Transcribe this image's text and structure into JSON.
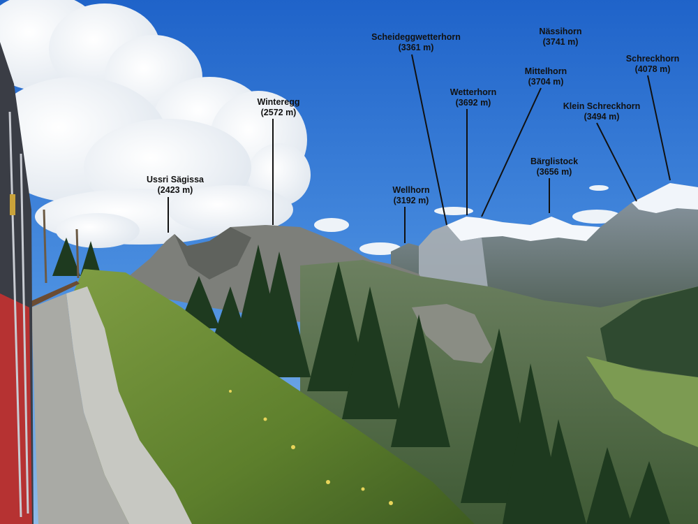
{
  "peaks": [
    {
      "id": "ussri-saegissa",
      "name": "Ussri Sägissa",
      "elevation": "(2423 m)"
    },
    {
      "id": "winteregg",
      "name": "Winteregg",
      "elevation": "(2572 m)"
    },
    {
      "id": "wellhorn",
      "name": "Wellhorn",
      "elevation": "(3192 m)"
    },
    {
      "id": "scheideggwetterhorn",
      "name": "Scheideggwetterhorn",
      "elevation": "(3361 m)"
    },
    {
      "id": "wetterhorn",
      "name": "Wetterhorn",
      "elevation": "(3692 m)"
    },
    {
      "id": "naessihorn",
      "name": "Nässihorn",
      "elevation": "(3741 m)"
    },
    {
      "id": "mittelhorn",
      "name": "Mittelhorn",
      "elevation": "(3704 m)"
    },
    {
      "id": "baerglistock",
      "name": "Bärglistock",
      "elevation": "(3656 m)"
    },
    {
      "id": "klein-schreckhorn",
      "name": "Klein Schreckhorn",
      "elevation": "(3494 m)"
    },
    {
      "id": "schreckhorn",
      "name": "Schreckhorn",
      "elevation": "(4078 m)"
    }
  ]
}
